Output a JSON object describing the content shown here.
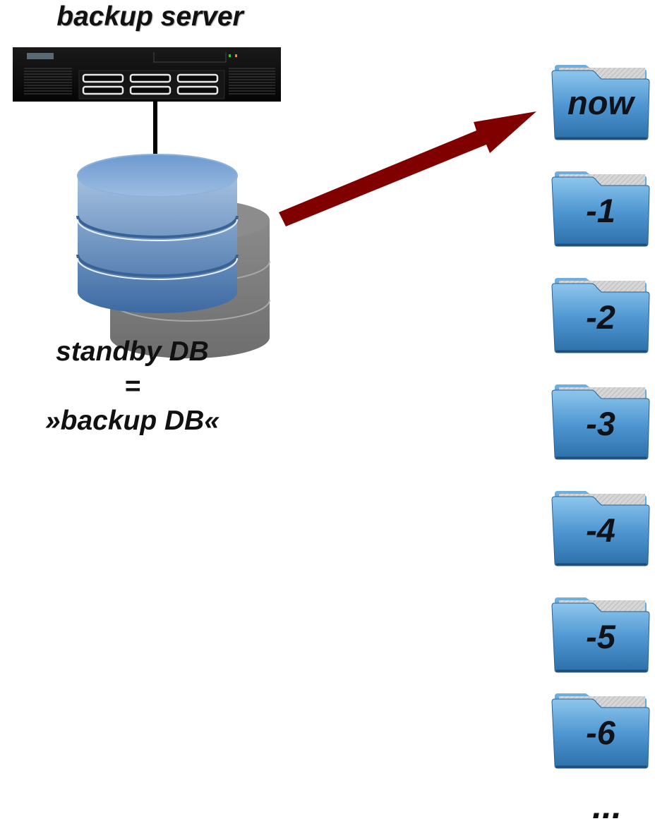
{
  "diagram": {
    "title": "backup server",
    "db_label": [
      "standby DB",
      "=",
      "»backup DB«"
    ],
    "folders": [
      "now",
      "-1",
      "-2",
      "-3",
      "-4",
      "-5",
      "-6"
    ],
    "more": "...",
    "colors": {
      "arrow": "#800000",
      "folder_top": "#8ec6ec",
      "folder_bottom": "#2c6fa8",
      "db_front": "#5f87bd",
      "db_back": "#808080",
      "server": "#0a0a0a"
    },
    "icons": [
      "server-icon",
      "database-icon",
      "arrow-icon",
      "folder-icon"
    ]
  }
}
